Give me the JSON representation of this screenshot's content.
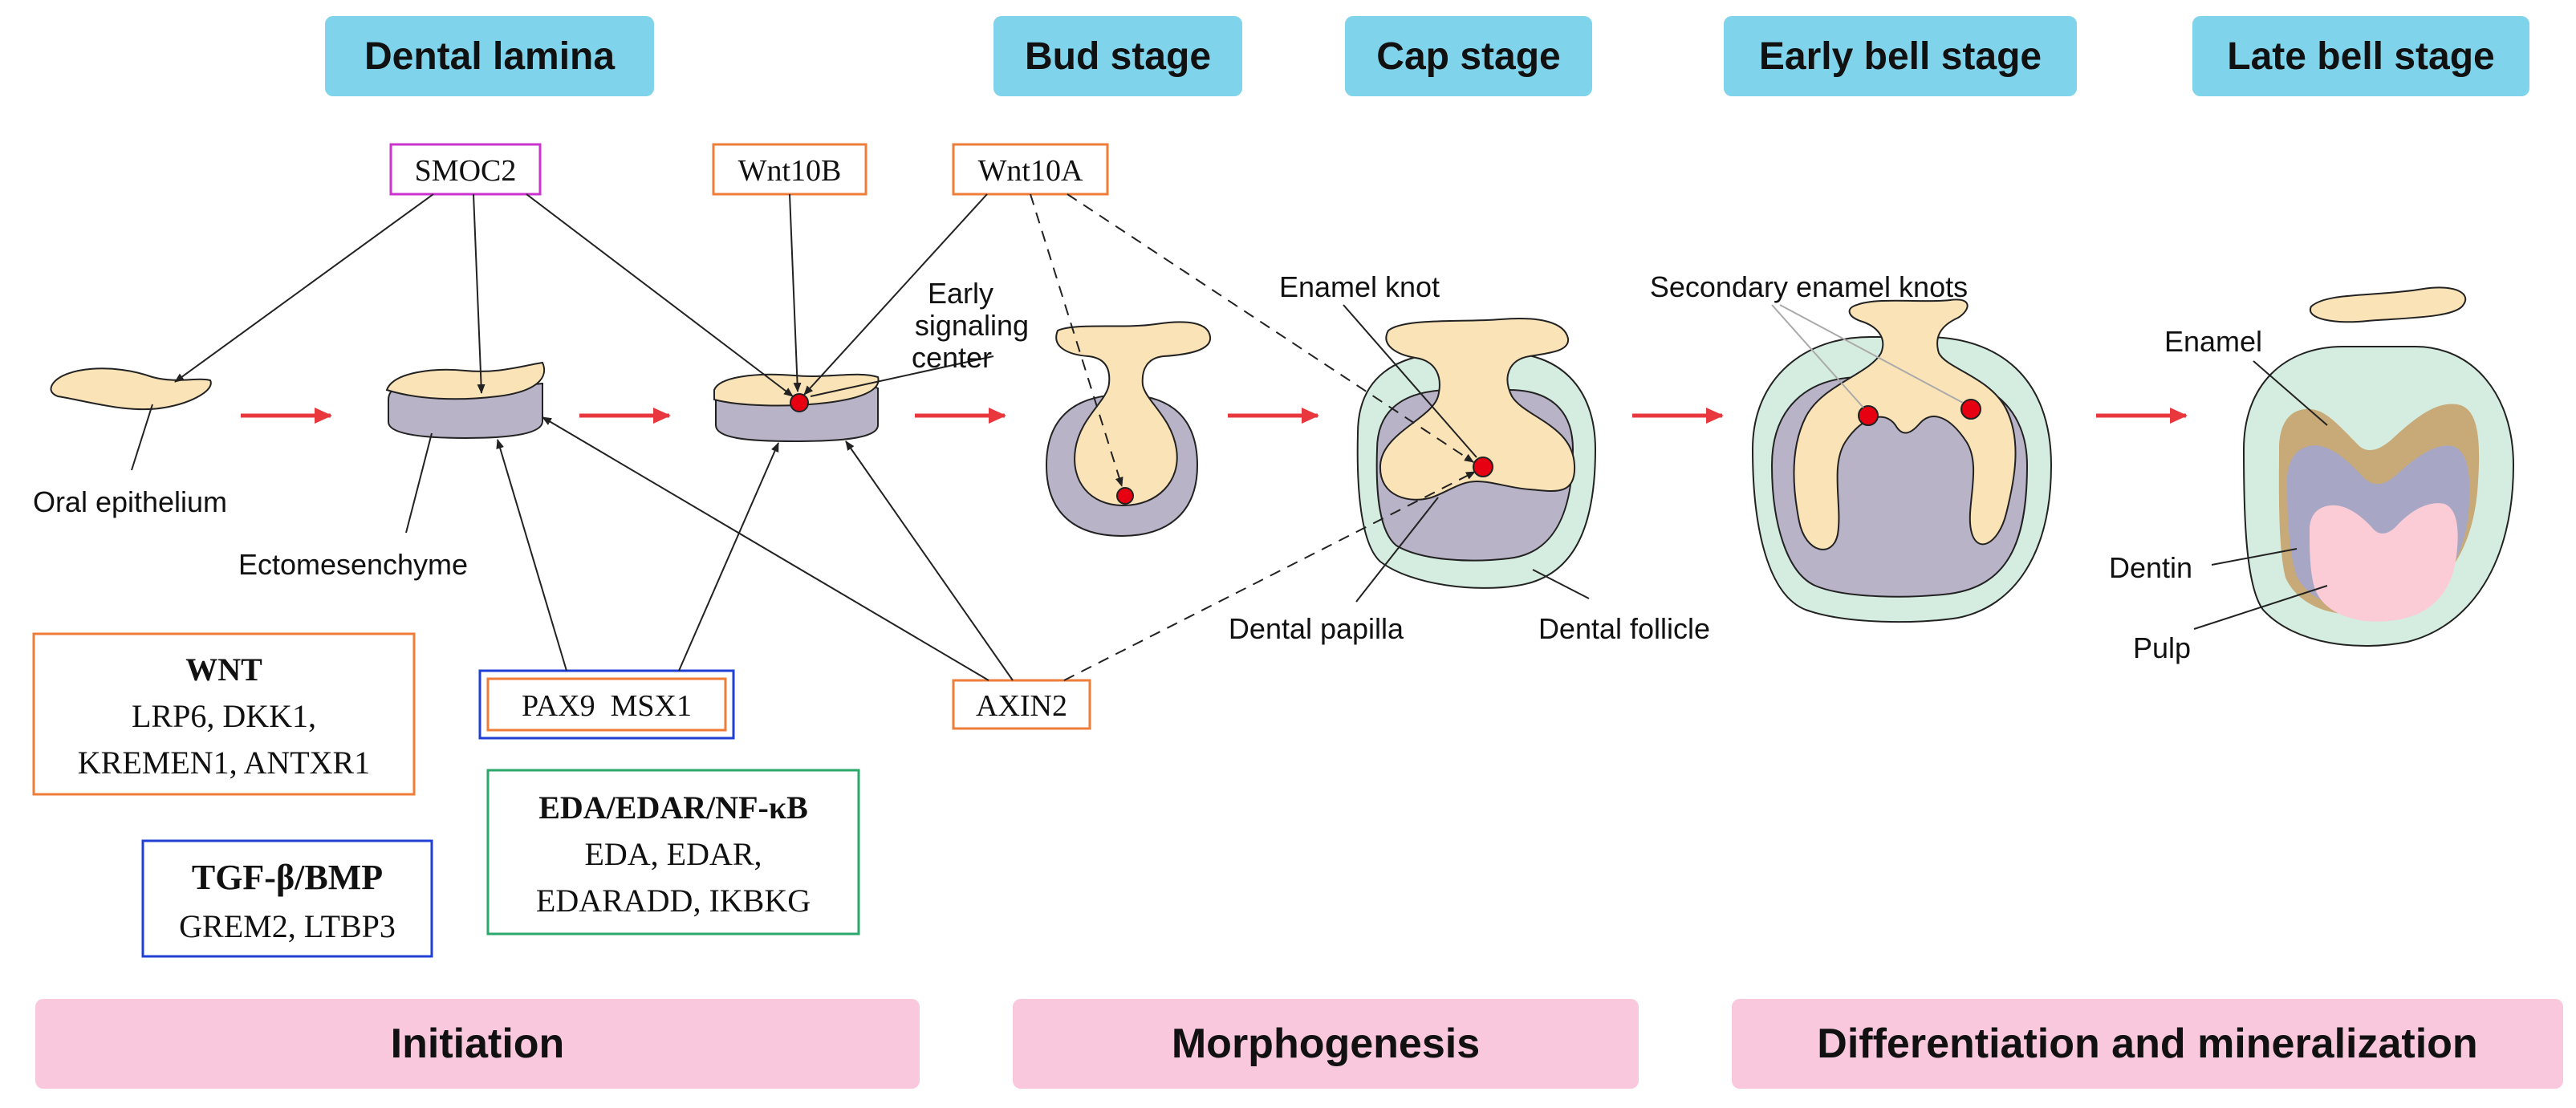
{
  "stages": {
    "dental_lamina": "Dental lamina",
    "bud": "Bud stage",
    "cap": "Cap stage",
    "early_bell": "Early bell stage",
    "late_bell": "Late bell stage"
  },
  "phases": {
    "initiation": "Initiation",
    "morphogenesis": "Morphogenesis",
    "differentiation": "Differentiation and mineralization"
  },
  "genes": {
    "smoc2": "SMOC2",
    "wnt10b": "Wnt10B",
    "wnt10a": "Wnt10A",
    "axin2": "AXIN2",
    "pax9_msx1": "PAX9  MSX1"
  },
  "pathways": {
    "wnt": {
      "title": "WNT",
      "line1": "LRP6, DKK1,",
      "line2": "KREMEN1, ANTXR1"
    },
    "tgf": {
      "title": "TGF-β/BMP",
      "line1": "GREM2, LTBP3"
    },
    "eda": {
      "title": "EDA/EDAR/NF-κB",
      "line1": "EDA, EDAR,",
      "line2": "EDARADD, IKBKG"
    }
  },
  "labels": {
    "oral_epithelium": "Oral epithelium",
    "ectomesenchyme": "Ectomesenchyme",
    "early_signaling_1": "Early",
    "early_signaling_2": "signaling",
    "early_signaling_3": "center",
    "enamel_knot": "Enamel knot",
    "secondary_enamel_knots": "Secondary enamel knots",
    "dental_papilla": "Dental papilla",
    "dental_follicle": "Dental follicle",
    "enamel": "Enamel",
    "dentin": "Dentin",
    "pulp": "Pulp"
  },
  "colors": {
    "stage_header_bg": "#7fd3ea",
    "phase_bg": "#f9c8dc",
    "epithelium": "#fbe3b8",
    "mesenchyme": "#b8b3c6",
    "follicle": "#d5ede0",
    "enamel": "#c8aa78",
    "dentin": "#a7a6c4",
    "pulp": "#fbcbd6",
    "signal": "#e60012",
    "arrow_red": "#e8383d",
    "box_orange": "#ee7d3a",
    "box_magenta": "#cc33cc",
    "box_blue": "#1f3fd6",
    "box_green": "#2aa86b"
  }
}
